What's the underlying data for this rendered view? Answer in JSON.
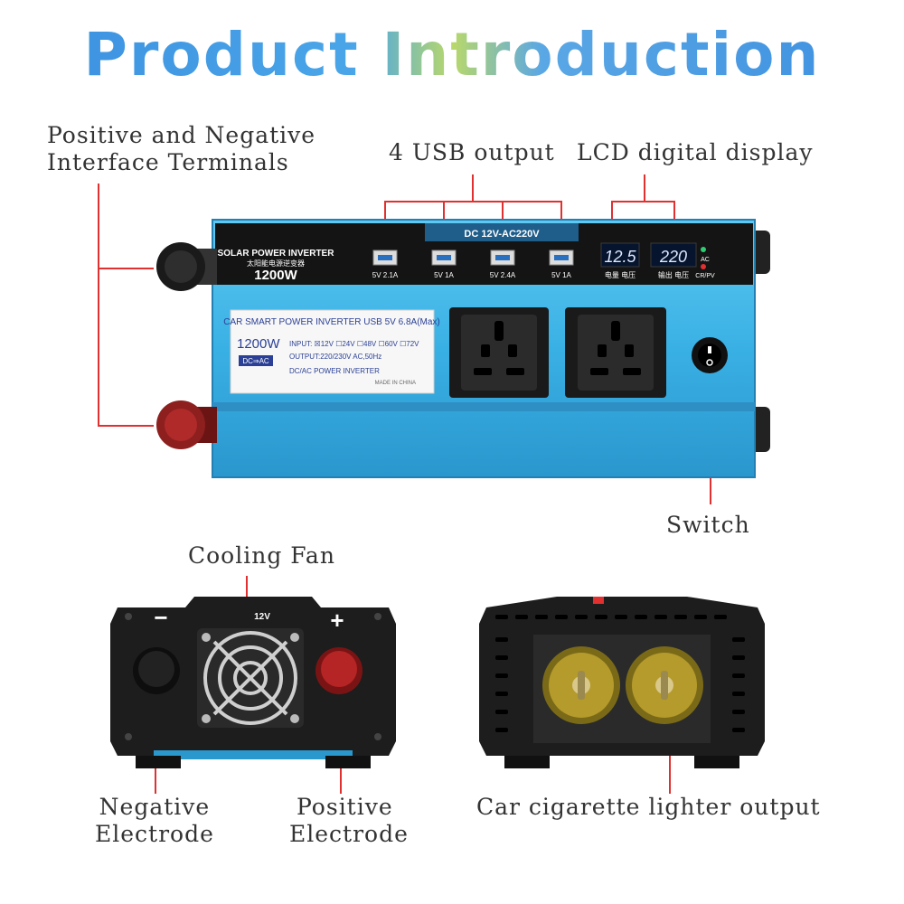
{
  "title": "Product Introduction",
  "labels": {
    "terminals_line1": "Positive and Negative",
    "terminals_line2": "Interface Terminals",
    "usb": "4 USB output",
    "lcd": "LCD digital display",
    "switch": "Switch",
    "fan": "Cooling Fan",
    "negative_line1": "Negative",
    "negative_line2": "Electrode",
    "positive_line1": "Positive",
    "positive_line2": "Electrode",
    "lighter": "Car cigarette lighter output"
  },
  "device": {
    "brand_line1": "SOLAR POWER INVERTER",
    "brand_line2": "太阳能电源逆变器",
    "brand_power": "1200W",
    "top_banner": "DC 12V-AC220V",
    "usb_ports": [
      "5V 2.1A",
      "5V 1A",
      "5V 2.4A",
      "5V 1A"
    ],
    "display_left_value": "12.5",
    "display_right_value": "220",
    "display_left_caption": "电量  电压",
    "display_right_caption": "输出  电压",
    "indicator_ac": "AC",
    "indicator_cr": "CR/PV",
    "sticker_title": "CAR SMART POWER INVERTER USB 5V 6.8A(Max)",
    "sticker_power": "1200W",
    "sticker_badge": "DC⇒AC",
    "sticker_input": "INPUT: ☒12V ☐24V ☐48V ☐60V ☐72V",
    "sticker_output": "OUTPUT:220/230V AC,50Hz",
    "sticker_type": "DC/AC POWER INVERTER",
    "sticker_made": "MADE IN CHINA",
    "rear_voltage": "12V",
    "rear_minus": "−",
    "rear_plus": "+"
  },
  "colors": {
    "body_blue": "#3fb3e6",
    "panel_black": "#1c1c1c",
    "accent_red": "#e03030",
    "title_blue": "#3b8fe0"
  }
}
